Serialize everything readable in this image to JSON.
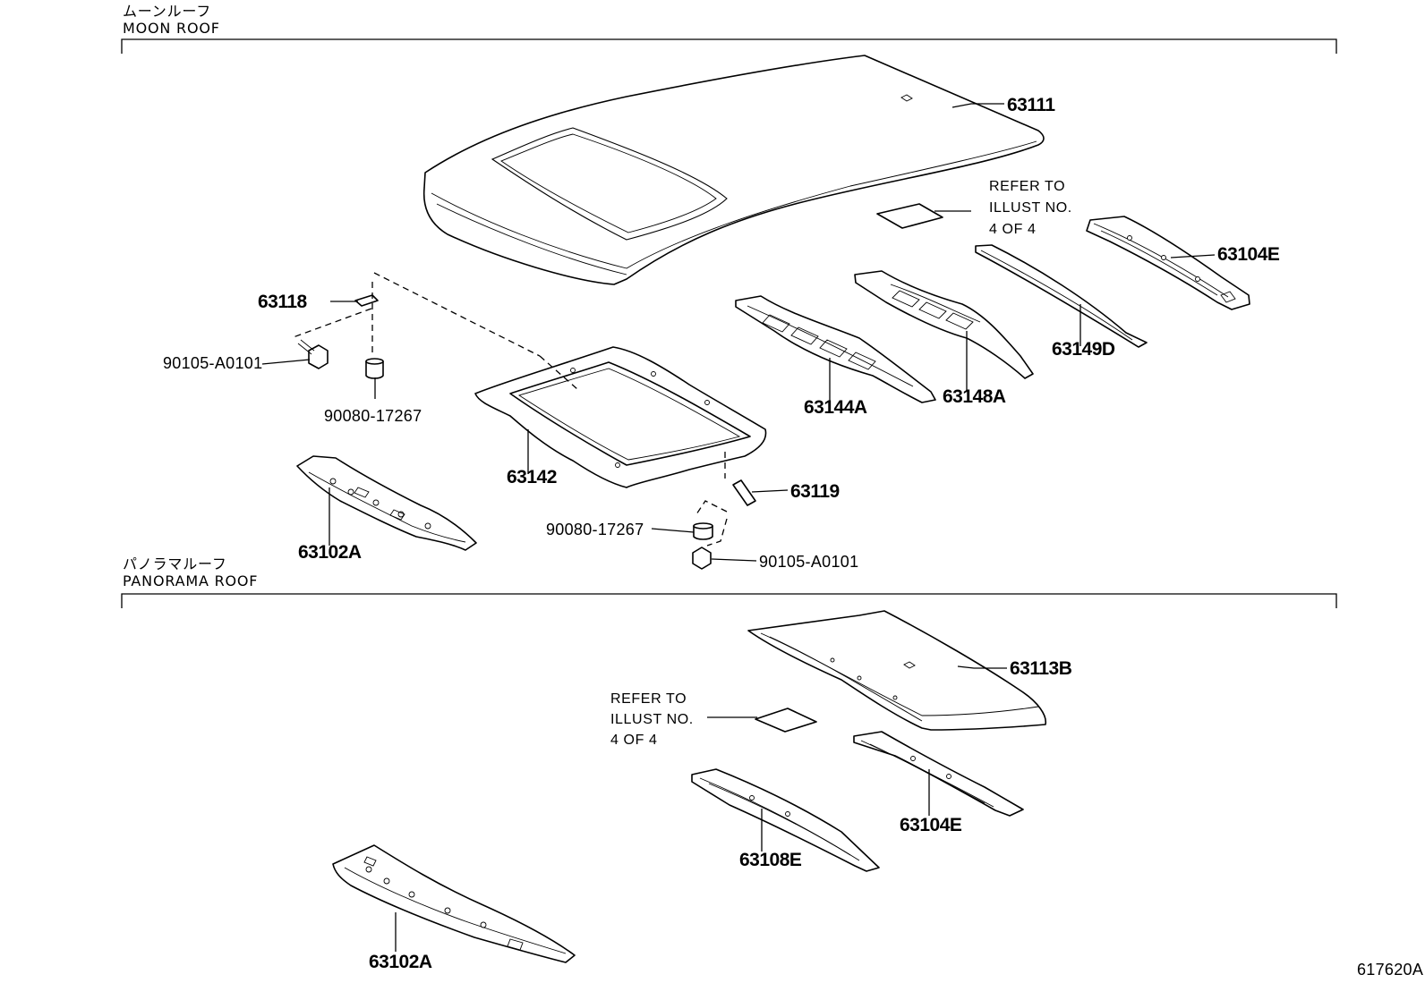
{
  "sections": {
    "moon_roof": {
      "title_jp": "ムーンルーフ",
      "title_en": "MOON ROOF"
    },
    "panorama_roof": {
      "title_jp": "パノラマルーフ",
      "title_en": "PANORAMA ROOF"
    }
  },
  "notes": {
    "refer_moon": [
      "REFER TO",
      "ILLUST NO.",
      "4 OF 4"
    ],
    "refer_panorama": [
      "REFER TO",
      "ILLUST NO.",
      "4 OF 4"
    ]
  },
  "moon_roof_parts": {
    "roof_panel": "63111",
    "front_header_panel": "63104E",
    "roof_bow_rear": "63149D",
    "roof_bow_mid": "63148A",
    "roof_bow_front": "63144A",
    "sunroof_frame": "63142",
    "clip_upper": "63118",
    "bolt_left": "90105-A0101",
    "nut_left": "90080-17267",
    "rear_header_panel": "63102A",
    "bracket": "63119",
    "nut_right": "90080-17267",
    "bolt_right": "90105-A0101"
  },
  "panorama_roof_parts": {
    "roof_panel": "63113B",
    "front_header_panel": "63104E",
    "roof_bow": "63108E",
    "rear_header_panel": "63102A"
  },
  "illustration_id": "617620A"
}
